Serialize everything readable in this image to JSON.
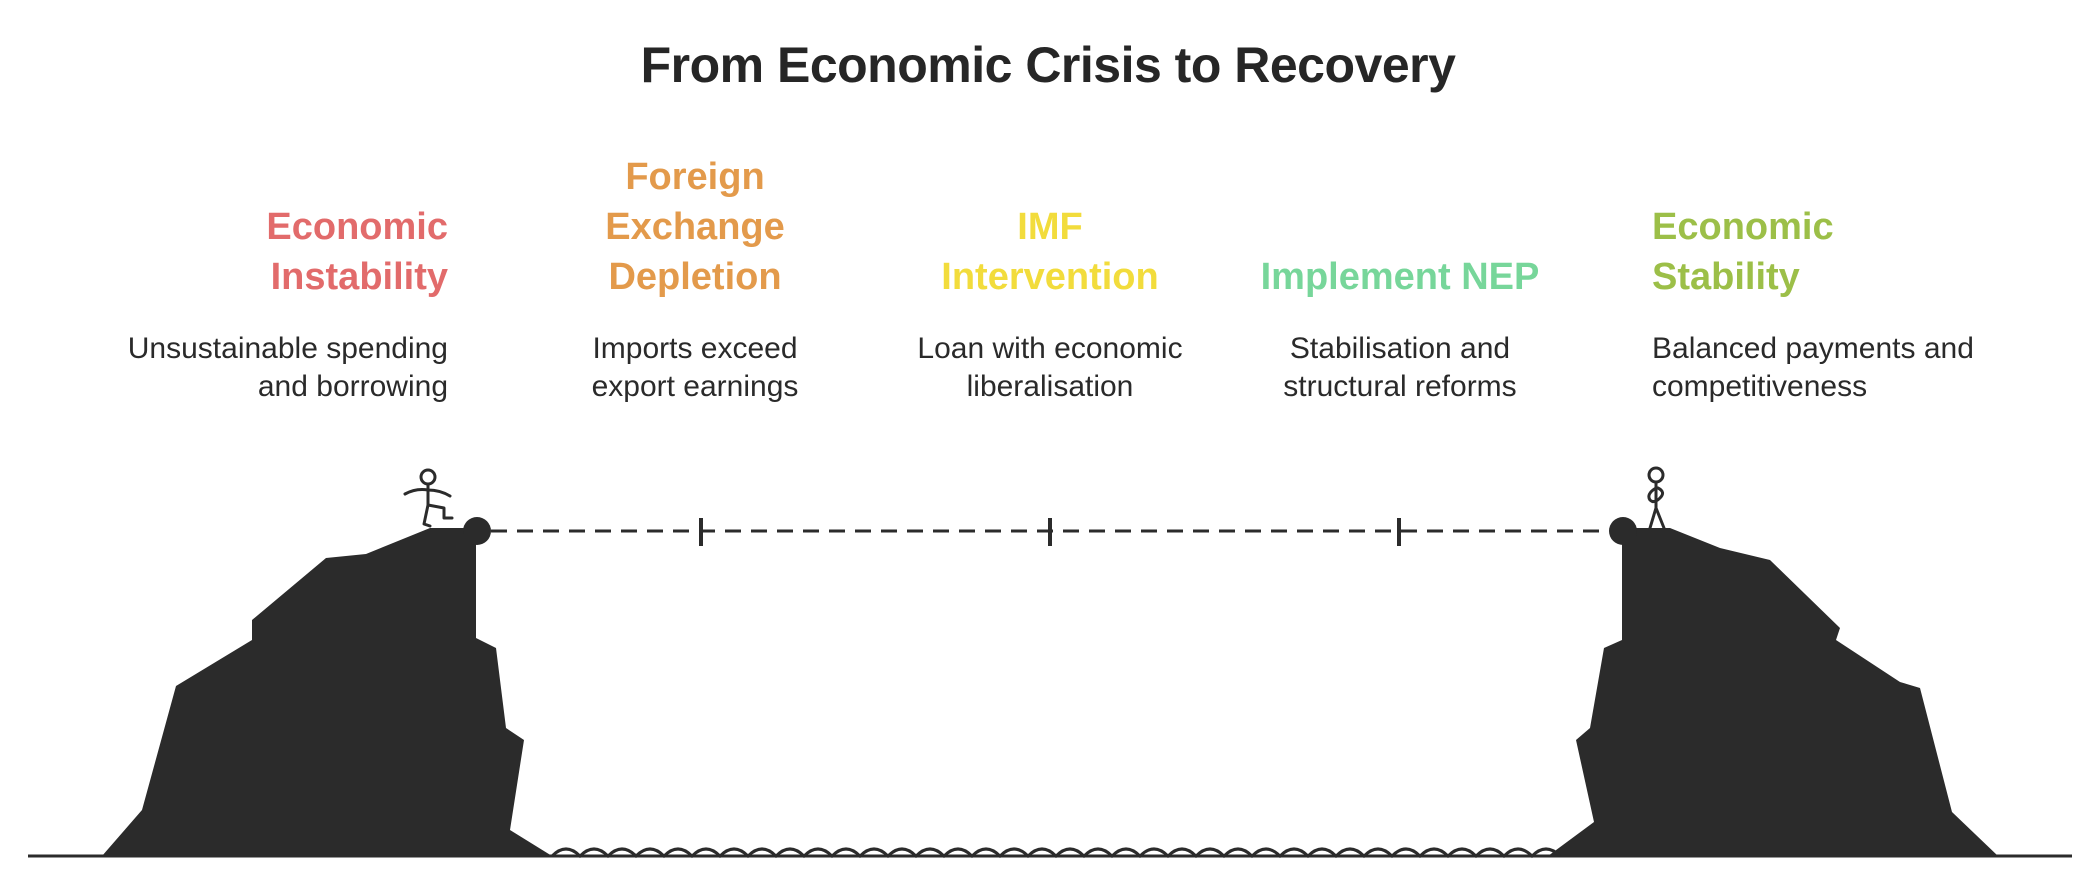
{
  "title": "From Economic Crisis to Recovery",
  "colors": {
    "ink": "#2b2b2b",
    "step1": "#e26b6b",
    "step2": "#e39a4b",
    "step3": "#f2dc3c",
    "step4": "#77d69a",
    "step5": "#9cbf48"
  },
  "steps": [
    {
      "heading": [
        "Economic",
        "Instability"
      ],
      "description": [
        "Unsustainable spending",
        "and borrowing"
      ]
    },
    {
      "heading": [
        "Foreign",
        "Exchange",
        "Depletion"
      ],
      "description": [
        "Imports exceed",
        "export earnings"
      ]
    },
    {
      "heading": [
        "IMF",
        "Intervention"
      ],
      "description": [
        "Loan with economic",
        "liberalisation"
      ]
    },
    {
      "heading": [
        "Implement NEP"
      ],
      "description": [
        "Stabilisation and",
        "structural reforms"
      ]
    },
    {
      "heading": [
        "Economic",
        "Stability"
      ],
      "description": [
        "Balanced payments and",
        "competitiveness"
      ]
    }
  ],
  "icons": {
    "left_figure": "stick-figure-stepping-icon",
    "right_figure": "stick-figure-standing-icon"
  }
}
